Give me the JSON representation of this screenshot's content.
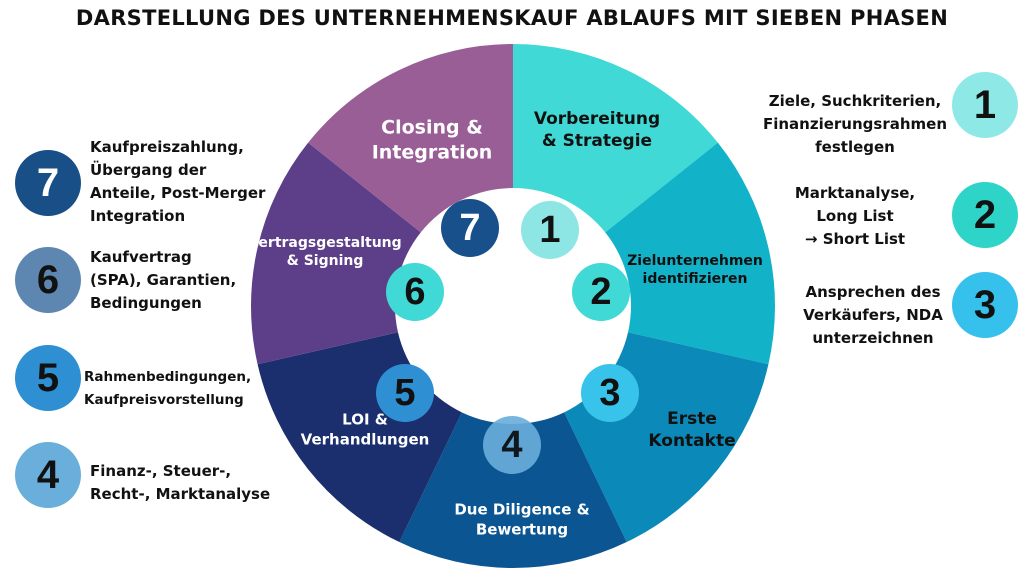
{
  "title": "DARSTELLUNG DES UNTERNEHMENSKAUF ABLAUFS MIT SIEBEN PHASEN",
  "phases": [
    {
      "number": "1",
      "label": [
        "Vorbereitung",
        "& Strategie"
      ],
      "segment_color": "#40d9d6",
      "circle_color": "#8ee6e4",
      "text_color": "#111111",
      "description": [
        "Ziele, Suchkriterien,",
        "Finanzierungsrahmen",
        "festlegen"
      ],
      "side_color": "#8ee9e6"
    },
    {
      "number": "2",
      "label": [
        "Zielunternehmen",
        "identifizieren"
      ],
      "segment_color": "#12b3c9",
      "circle_color": "#40d9d6",
      "text_color": "#111111",
      "description": [
        "Marktanalyse,",
        "Long List",
        "→ Short List"
      ],
      "side_color": "#2fd4c8"
    },
    {
      "number": "3",
      "label": [
        "Erste",
        "Kontakte"
      ],
      "segment_color": "#0b89b8",
      "circle_color": "#38c3ea",
      "text_color": "#111111",
      "description": [
        "Ansprechen des",
        "Verkäufers, NDA",
        "unterzeichnen"
      ],
      "side_color": "#36c0ec"
    },
    {
      "number": "4",
      "label": [
        "Due Diligence &",
        "Bewertung"
      ],
      "segment_color": "#0a5592",
      "circle_color": "#6aaedb",
      "text_color": "#ffffff",
      "description": [
        "Finanz-, Steuer-,",
        "Recht-, Marktanalyse"
      ],
      "side_color": "#6aaedb"
    },
    {
      "number": "5",
      "label": [
        "LOI &",
        "Verhandlungen"
      ],
      "segment_color": "#1b2f6e",
      "circle_color": "#2e8fd3",
      "text_color": "#ffffff",
      "description": [
        "Rahmenbedingungen,",
        "Kaufpreisvorstellung"
      ],
      "side_color": "#2f8fd3"
    },
    {
      "number": "6",
      "label": [
        "Vertragsgestaltung",
        "& Signing"
      ],
      "segment_color": "#5c3f88",
      "circle_color": "#40d9d6",
      "text_color": "#ffffff",
      "description": [
        "Kaufvertrag",
        "(SPA), Garantien,",
        "Bedingungen"
      ],
      "side_color": "#5d87b0"
    },
    {
      "number": "7",
      "label": [
        "Closing &",
        "Integration"
      ],
      "segment_color": "#9a5e96",
      "circle_color": "#17508a",
      "text_color": "#ffffff",
      "description": [
        "Kaufpreiszahlung,",
        "Übergang der",
        "Anteile, Post-Merger",
        "Integration"
      ],
      "side_color": "#174f86"
    }
  ]
}
